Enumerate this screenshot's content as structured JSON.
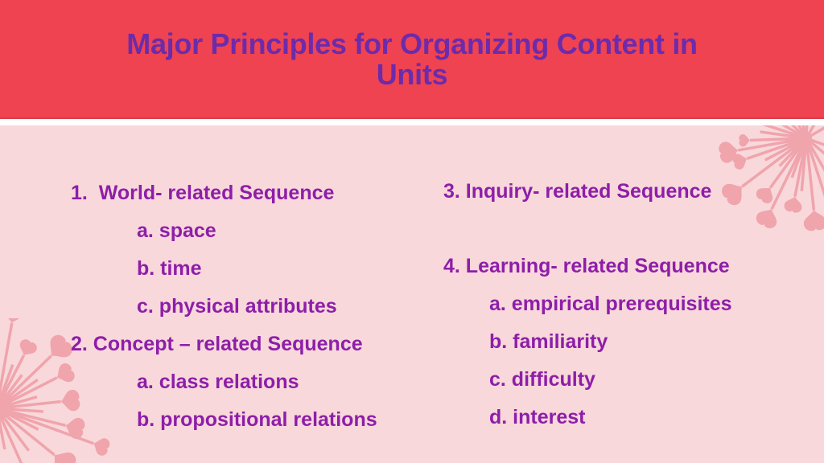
{
  "slide": {
    "title": {
      "line1": "Major Principles for Organizing Content in",
      "line2": "Units",
      "full": "Major Principles for Organizing Content in Units"
    },
    "left_column": {
      "items": [
        {
          "label": "1.  World- related Sequence",
          "level": "main"
        },
        {
          "label": "a. space",
          "level": "sub"
        },
        {
          "label": "b. time",
          "level": "sub"
        },
        {
          "label": "c. physical attributes",
          "level": "sub"
        },
        {
          "label": "2. Concept – related Sequence",
          "level": "main"
        },
        {
          "label": "a. class relations",
          "level": "sub"
        },
        {
          "label": "b. propositional relations",
          "level": "sub"
        }
      ]
    },
    "right_column": {
      "items": [
        {
          "label": "3. Inquiry- related Sequence",
          "level": "main"
        },
        {
          "label": "4. Learning- related Sequence",
          "level": "main"
        },
        {
          "label": "a. empirical prerequisites",
          "level": "sub"
        },
        {
          "label": "b. familiarity",
          "level": "sub"
        },
        {
          "label": "c. difficulty",
          "level": "sub"
        },
        {
          "label": "d. interest",
          "level": "sub"
        }
      ]
    },
    "colors": {
      "banner_red": "#EF4351",
      "banner_edge_red": "#D93B47",
      "divider_white": "#FFFFFF",
      "background_pink": "#F8D8DB",
      "decoration_pink": "#F0A4AC",
      "title_purple": "#6C2BAB",
      "body_purple": "#8E1EA8"
    },
    "decorations": [
      "heart-dandelion-top-right",
      "heart-dandelion-bottom-left"
    ]
  }
}
